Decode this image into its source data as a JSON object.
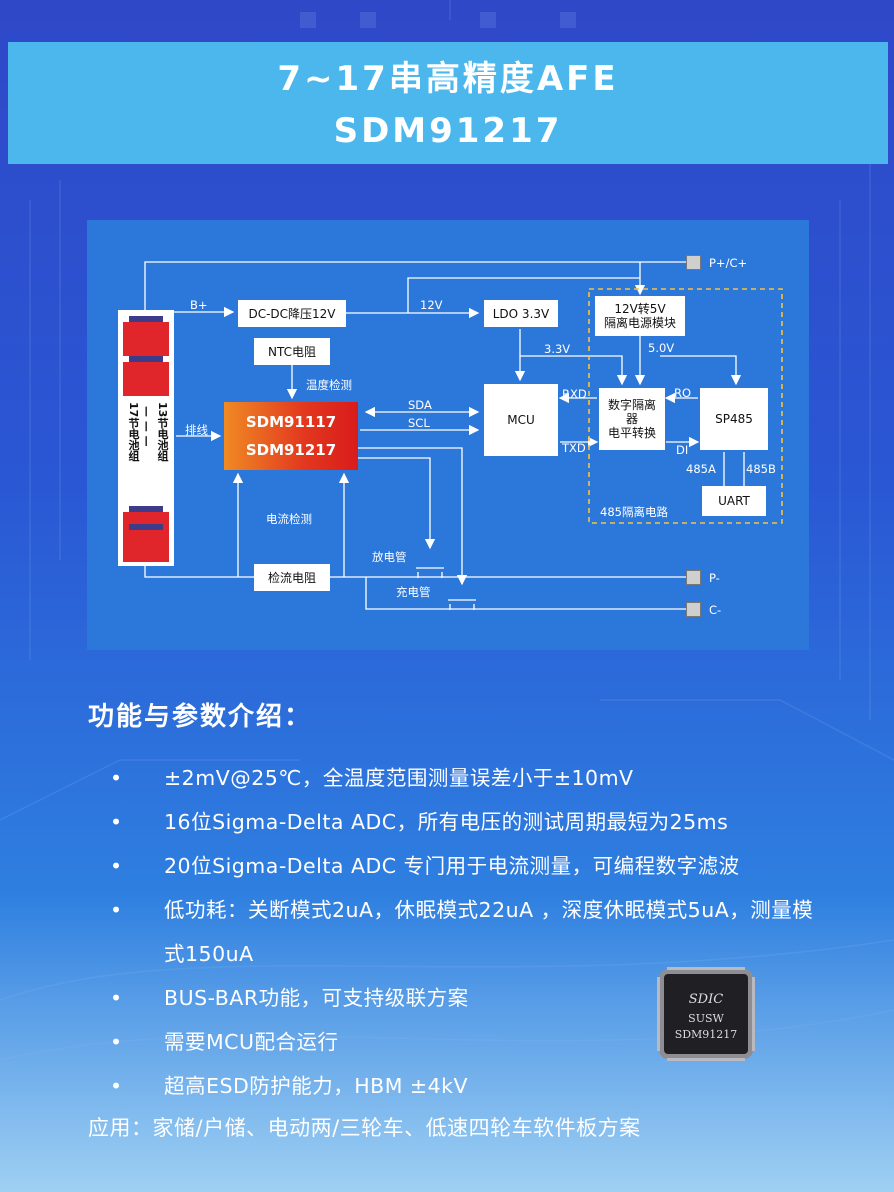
{
  "title": {
    "line1": "7~17串高精度AFE",
    "line2": "SDM91217"
  },
  "diagram": {
    "battery_label_a": "17节电池组",
    "battery_label_b": "13节电池组",
    "battery_dash": "— — —",
    "blocks": {
      "dcdc": "DC-DC降压12V",
      "ldo": "LDO 3.3V",
      "iso_power_l1": "12V转5V",
      "iso_power_l2": "隔离电源模块",
      "ntc": "NTC电阻",
      "mcu": "MCU",
      "iso_digital_l1": "数字隔离",
      "iso_digital_l2": "器",
      "iso_digital_l3": "电平转换",
      "sp485": "SP485",
      "uart": "UART",
      "sense": "检流电阻",
      "chip_l1": "SDM91117",
      "chip_l2": "SDM91217"
    },
    "labels": {
      "bplus": "B+",
      "v12": "12V",
      "v33": "3.3V",
      "v50": "5.0V",
      "temp": "温度检测",
      "sda": "SDA",
      "scl": "SCL",
      "rxd": "RXD",
      "txd": "TXD",
      "ro": "RO",
      "di": "DI",
      "a485": "485A",
      "b485": "485B",
      "iso485": "485隔离电路",
      "wires": "排线",
      "current": "电流检测",
      "discharge": "放电管",
      "charge": "充电管"
    },
    "terminals": {
      "pc": "P+/C+",
      "pminus": "P-",
      "cminus": "C-"
    }
  },
  "section_title": "功能与参数介绍：",
  "bullet": "•",
  "features": [
    "±2mV@25℃，全温度范围测量误差小于±10mV",
    "16位Sigma-Delta ADC，所有电压的测试周期最短为25ms",
    "20位Sigma-Delta ADC 专门用于电流测量，可编程数字滤波",
    "低功耗：关断模式2uA，休眠模式22uA ，深度休眠模式5uA，测量模式150uA",
    "BUS-BAR功能，可支持级联方案",
    "需要MCU配合运行",
    "超高ESD防护能力，HBM ±4kV"
  ],
  "application": "应用：家储/户储、电动两/三轮车、低速四轮车软件板方案",
  "ic_marking": {
    "brand": "SDIC",
    "line2": "SUSW",
    "line3": "SDM91217"
  }
}
